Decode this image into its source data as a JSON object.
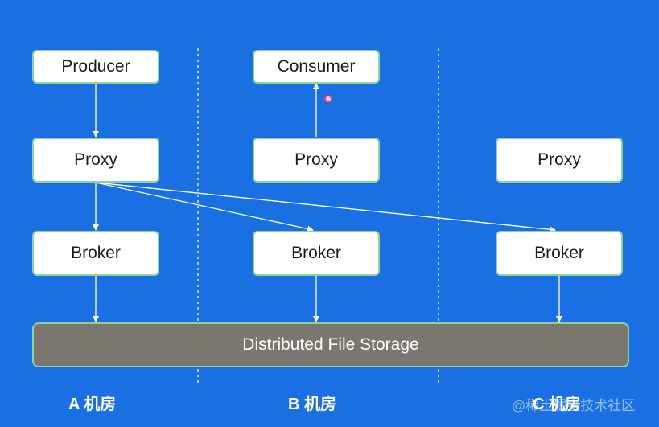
{
  "nodes": {
    "producer": "Producer",
    "consumer": "Consumer",
    "proxy_a": "Proxy",
    "proxy_b": "Proxy",
    "proxy_c": "Proxy",
    "broker_a": "Broker",
    "broker_b": "Broker",
    "broker_c": "Broker"
  },
  "storage": "Distributed File Storage",
  "datacenters": {
    "a": "A 机房",
    "b": "B 机房",
    "c": "C 机房"
  },
  "watermark": "@稀土掘金技术社区",
  "colors": {
    "background": "#1a6fe3",
    "box_fill": "#ffffff",
    "box_border": "#8fd19a",
    "storage_fill": "#7b776f",
    "arrow": "#ffffff"
  }
}
